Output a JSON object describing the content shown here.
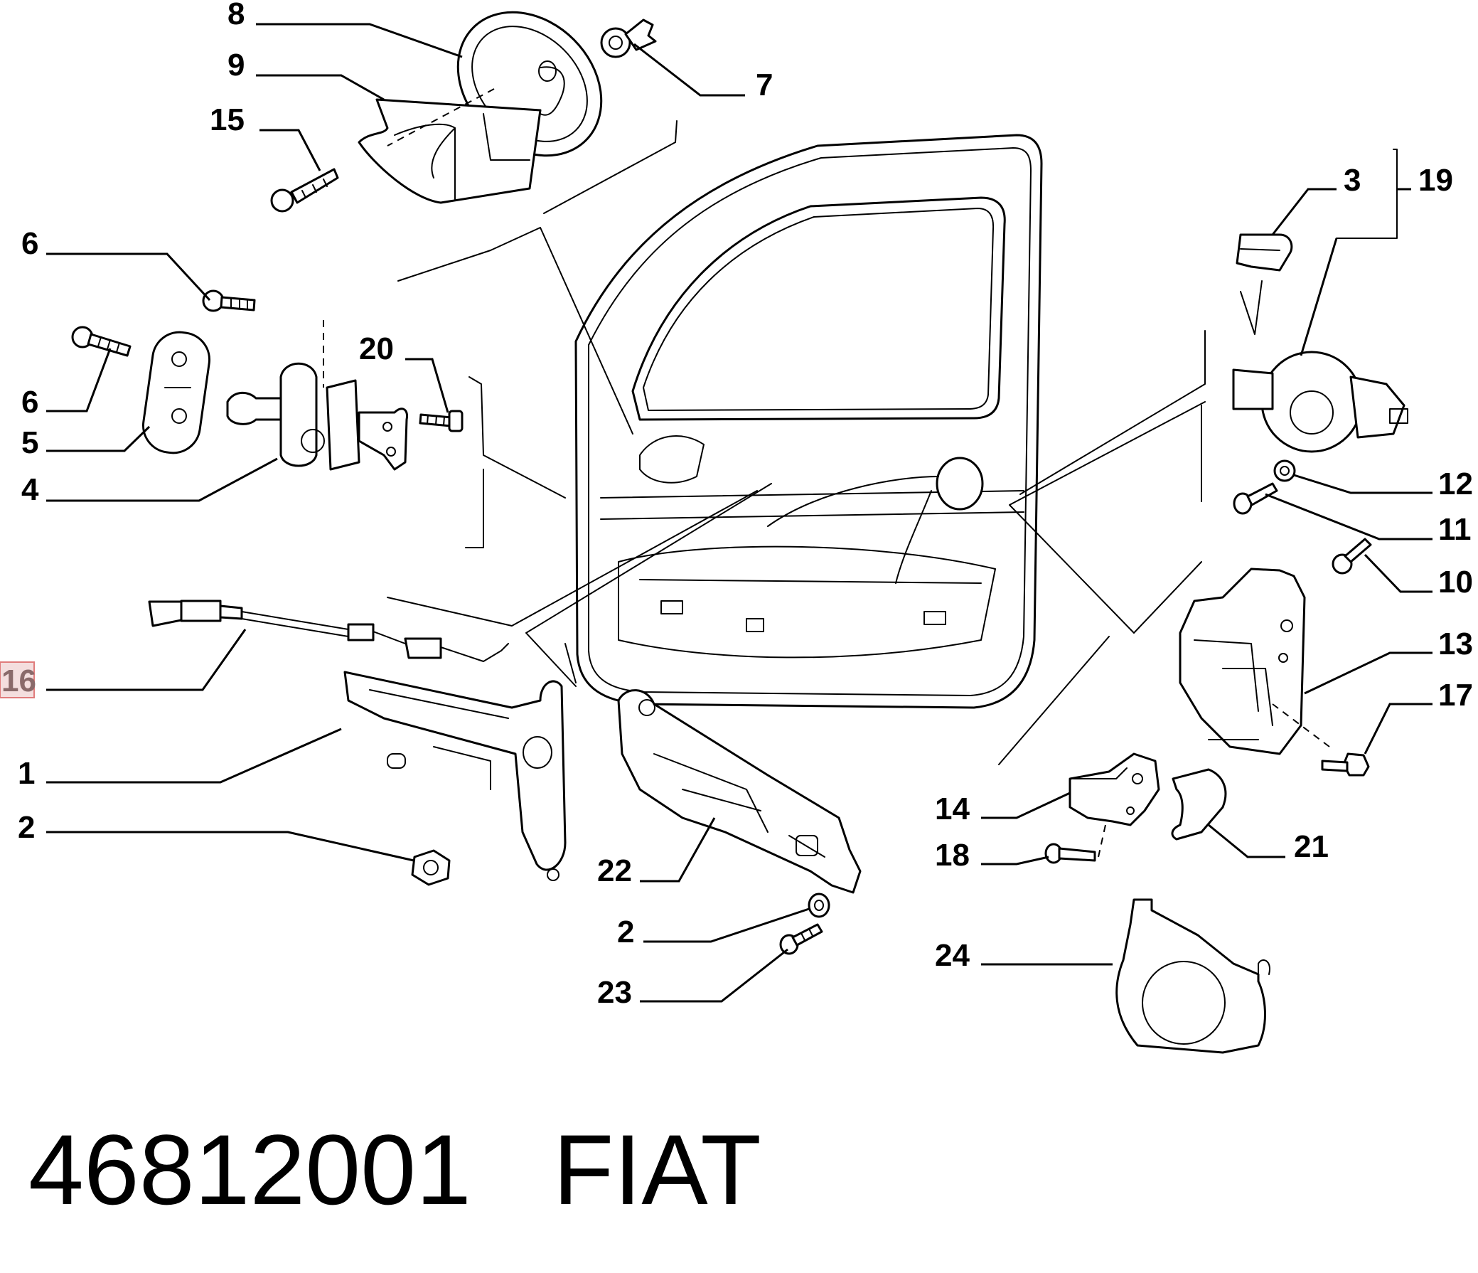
{
  "part_number": "46812001",
  "brand": "FIAT",
  "callouts": {
    "c8": "8",
    "c9": "9",
    "c15": "15",
    "c7": "7",
    "c6a": "6",
    "c6b": "6",
    "c5": "5",
    "c4": "4",
    "c20": "20",
    "c16": "16",
    "c1": "1",
    "c2a": "2",
    "c22": "22",
    "c2b": "2",
    "c23": "23",
    "c3": "3",
    "c19": "19",
    "c12": "12",
    "c11": "11",
    "c10": "10",
    "c13": "13",
    "c17": "17",
    "c14": "14",
    "c18": "18",
    "c21": "21",
    "c24": "24"
  },
  "highlighted_callout": "16",
  "colors": {
    "ink": "#000000",
    "highlight_fill": "#f4dede",
    "highlight_stroke": "#e07c7c"
  }
}
